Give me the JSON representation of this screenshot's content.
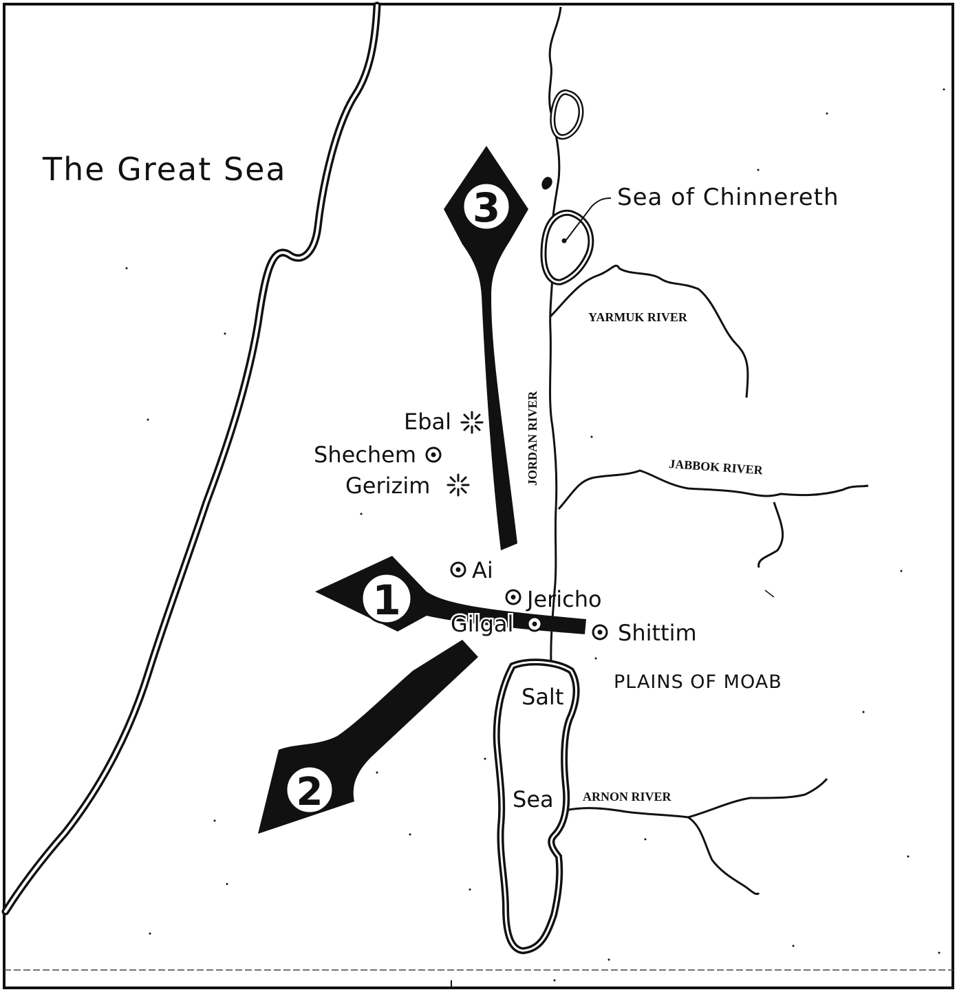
{
  "colors": {
    "ink": "#111111",
    "paper": "#ffffff"
  },
  "seas": {
    "great_sea": "The Great Sea",
    "chinnereth": "Sea of Chinnereth",
    "salt_sea_line1": "Salt",
    "salt_sea_line2": "Sea"
  },
  "rivers": {
    "jordan": "JORDAN RIVER",
    "yarmuk": "YARMUK RIVER",
    "jabbok": "JABBOK RIVER",
    "arnon": "ARNON RIVER"
  },
  "regions": {
    "moab": "PLAINS OF MOAB"
  },
  "places": {
    "ebal": "Ebal",
    "shechem": "Shechem",
    "gerizim": "Gerizim",
    "ai": "Ai",
    "jericho": "Jericho",
    "gilgal": "Gilgal",
    "shittim": "Shittim"
  },
  "campaigns": [
    {
      "number": "1"
    },
    {
      "number": "2"
    },
    {
      "number": "3"
    }
  ],
  "icons": {
    "city": "circle-dot-icon",
    "mountain": "starburst-icon"
  }
}
